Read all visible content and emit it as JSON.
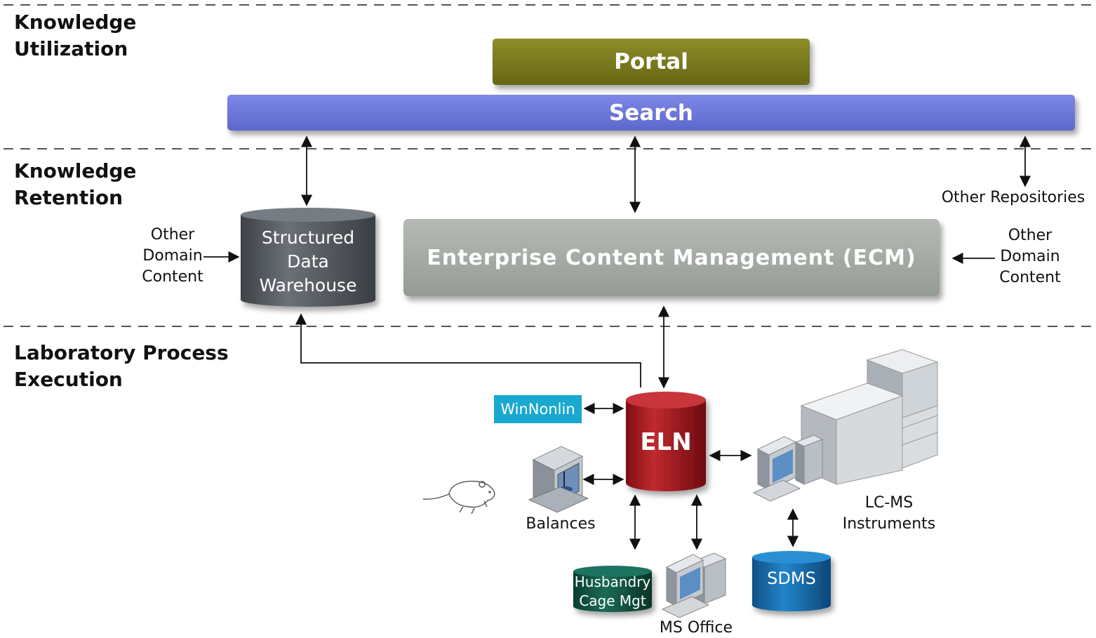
{
  "layers": {
    "utilization": [
      "Knowledge",
      "Utilization"
    ],
    "retention": [
      "Knowledge",
      "Retention"
    ],
    "execution": [
      "Laboratory Process",
      "Execution"
    ]
  },
  "nodes": {
    "portal": "Portal",
    "search": "Search",
    "warehouse": [
      "Structured",
      "Data",
      "Warehouse"
    ],
    "ecm": "Enterprise Content Management (ECM)",
    "other_repositories": "Other Repositories",
    "other_domain_left": [
      "Other",
      "Domain",
      "Content"
    ],
    "other_domain_right": [
      "Other",
      "Domain",
      "Content"
    ],
    "winnonlin": "WinNonlin",
    "eln": "ELN",
    "balances": "Balances",
    "husbandry": [
      "Husbandry",
      "Cage Mgt"
    ],
    "ms_office": "MS Office",
    "sdms": "SDMS",
    "lcms": [
      "LC-MS",
      "Instruments"
    ]
  },
  "colors": {
    "portal": "#7a7a1c",
    "search": "#6b77d9",
    "warehouse": "#52575d",
    "ecm": "#a4aaa4",
    "eln": "#a61b20",
    "winnonlin": "#1aa8cf",
    "husbandry": "#10503f",
    "sdms": "#1767a6",
    "divider": "#555555"
  }
}
